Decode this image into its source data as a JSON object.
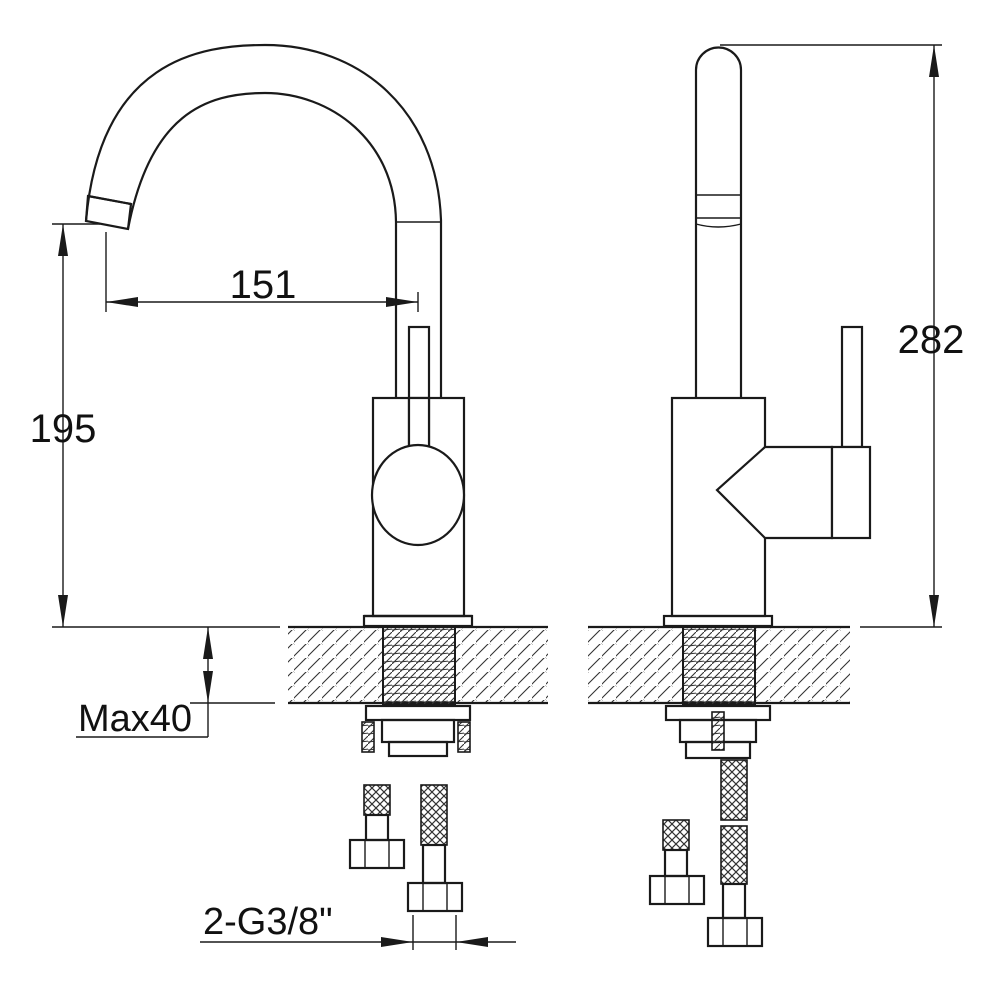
{
  "dimensions": {
    "spout_reach": "151",
    "spout_height": "195",
    "total_height": "282",
    "max_deck_thickness": "Max40",
    "inlet_thread": "2-G3/8\""
  },
  "colors": {
    "line": "#1a1a1a",
    "background": "#ffffff"
  }
}
